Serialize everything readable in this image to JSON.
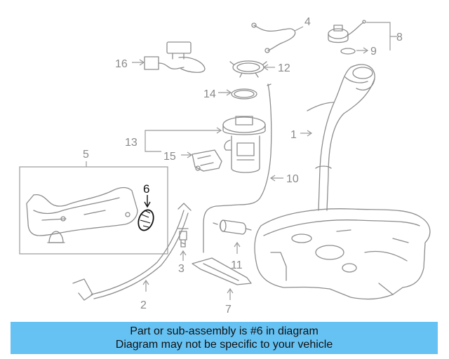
{
  "diagram": {
    "callouts": [
      {
        "id": "1",
        "text": "1"
      },
      {
        "id": "2",
        "text": "2"
      },
      {
        "id": "3",
        "text": "3"
      },
      {
        "id": "4",
        "text": "4"
      },
      {
        "id": "5",
        "text": "5"
      },
      {
        "id": "6",
        "text": "6",
        "highlighted": true
      },
      {
        "id": "7",
        "text": "7"
      },
      {
        "id": "8",
        "text": "8"
      },
      {
        "id": "9",
        "text": "9"
      },
      {
        "id": "10",
        "text": "10"
      },
      {
        "id": "11",
        "text": "11"
      },
      {
        "id": "12",
        "text": "12"
      },
      {
        "id": "13",
        "text": "13"
      },
      {
        "id": "14",
        "text": "14"
      },
      {
        "id": "15",
        "text": "15"
      },
      {
        "id": "16",
        "text": "16"
      }
    ],
    "colors": {
      "lines": "#8d8d8d",
      "highlight": "#111111",
      "banner": "#66c2f3"
    }
  },
  "banner": {
    "line1": "Part or sub-assembly is #6 in diagram",
    "line2": "Diagram may not be specific to your vehicle"
  }
}
